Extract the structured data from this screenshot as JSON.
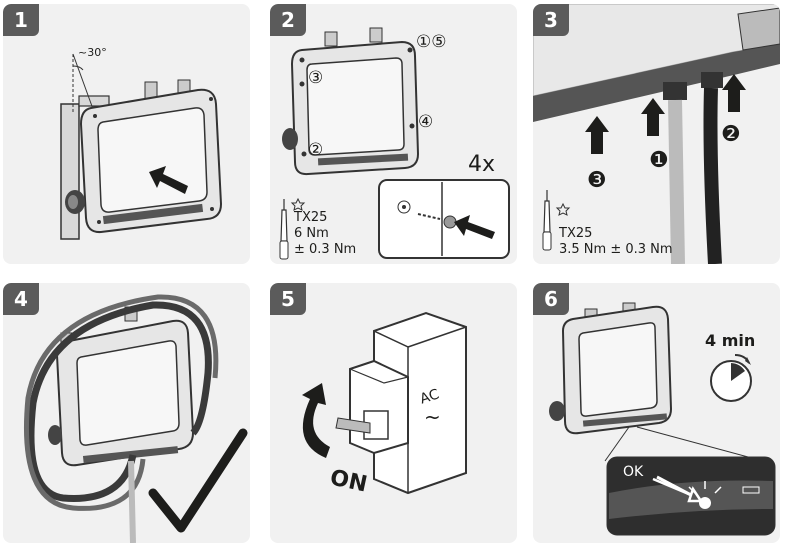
{
  "steps": [
    {
      "number": "1",
      "angle_label": "~30°"
    },
    {
      "number": "2",
      "screw_labels": [
        "①⑤",
        "③",
        "④",
        "②"
      ],
      "multiplier": "4x",
      "tool": "TX25",
      "torque": "6 Nm",
      "tolerance": "± 0.3 Nm"
    },
    {
      "number": "3",
      "callouts": [
        "❶",
        "❷",
        "❸"
      ],
      "tool": "TX25",
      "torque": "3.5 Nm ± 0.3 Nm"
    },
    {
      "number": "4"
    },
    {
      "number": "5",
      "breaker_label": "AC",
      "wave": "~",
      "switch_state": "ON"
    },
    {
      "number": "6",
      "duration": "4 min",
      "status": "OK"
    }
  ]
}
